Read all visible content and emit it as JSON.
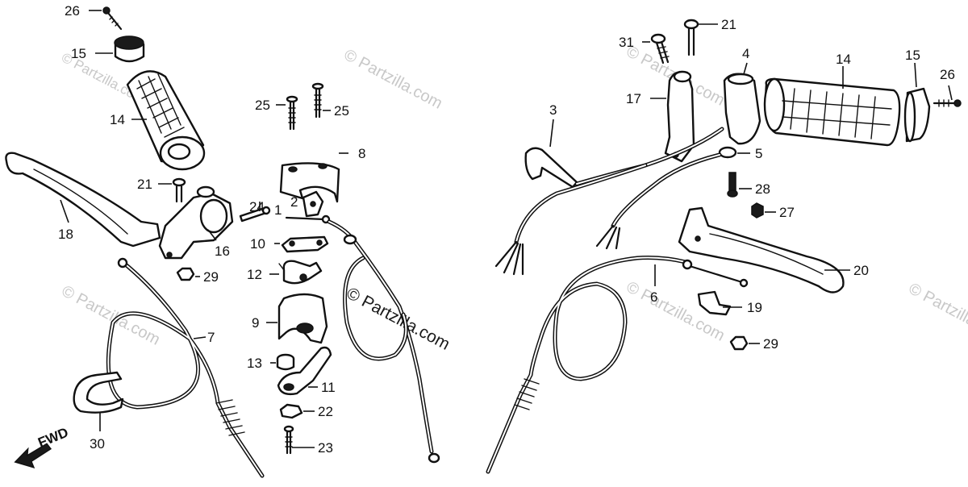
{
  "watermark": {
    "text": "© Partzilla.com",
    "color": "#c8c8c8"
  },
  "fwd_label": "FWD",
  "callouts": [
    {
      "id": "c-26-left",
      "text": "26"
    },
    {
      "id": "c-15-left",
      "text": "15"
    },
    {
      "id": "c-14-left",
      "text": "14"
    },
    {
      "id": "c-21-left",
      "text": "21"
    },
    {
      "id": "c-18",
      "text": "18"
    },
    {
      "id": "c-16",
      "text": "16"
    },
    {
      "id": "c-29-left",
      "text": "29"
    },
    {
      "id": "c-7",
      "text": "7"
    },
    {
      "id": "c-30",
      "text": "30"
    },
    {
      "id": "c-25-a",
      "text": "25"
    },
    {
      "id": "c-25-b",
      "text": "25"
    },
    {
      "id": "c-8",
      "text": "8"
    },
    {
      "id": "c-24",
      "text": "24"
    },
    {
      "id": "c-1",
      "text": "1"
    },
    {
      "id": "c-2",
      "text": "2"
    },
    {
      "id": "c-10",
      "text": "10"
    },
    {
      "id": "c-12",
      "text": "12"
    },
    {
      "id": "c-9",
      "text": "9"
    },
    {
      "id": "c-13",
      "text": "13"
    },
    {
      "id": "c-11",
      "text": "11"
    },
    {
      "id": "c-22",
      "text": "22"
    },
    {
      "id": "c-23",
      "text": "23"
    },
    {
      "id": "c-31",
      "text": "31"
    },
    {
      "id": "c-21-right",
      "text": "21"
    },
    {
      "id": "c-4",
      "text": "4"
    },
    {
      "id": "c-14-right",
      "text": "14"
    },
    {
      "id": "c-15-right",
      "text": "15"
    },
    {
      "id": "c-26-right",
      "text": "26"
    },
    {
      "id": "c-17",
      "text": "17"
    },
    {
      "id": "c-3",
      "text": "3"
    },
    {
      "id": "c-5",
      "text": "5"
    },
    {
      "id": "c-28",
      "text": "28"
    },
    {
      "id": "c-27",
      "text": "27"
    },
    {
      "id": "c-20",
      "text": "20"
    },
    {
      "id": "c-6",
      "text": "6"
    },
    {
      "id": "c-19",
      "text": "19"
    },
    {
      "id": "c-29-right",
      "text": "29"
    }
  ]
}
